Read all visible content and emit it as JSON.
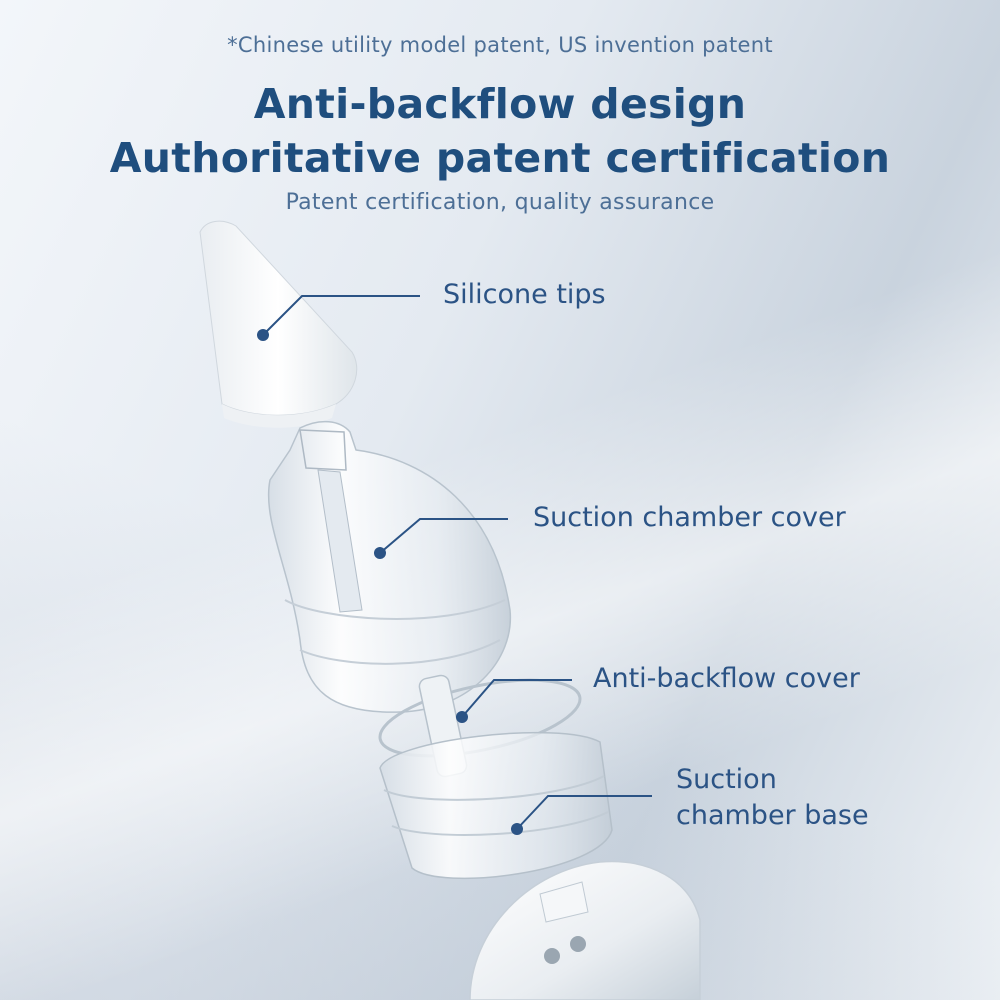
{
  "header": {
    "patent_note": "*Chinese utility model patent, US invention patent",
    "title_line1": "Anti-backflow design",
    "title_line2": "Authoritative patent certification",
    "subtitle": "Patent certification, quality assurance"
  },
  "callouts": {
    "silicone_tips": "Silicone tips",
    "suction_chamber_cover": "Suction chamber cover",
    "anti_backflow_cover": "Anti-backflow cover",
    "suction_chamber_base_line1": "Suction",
    "suction_chamber_base_line2": "chamber base"
  },
  "colors": {
    "title": "#1f4e7e",
    "text": "#4d6f96",
    "callout": "#2b5385"
  }
}
